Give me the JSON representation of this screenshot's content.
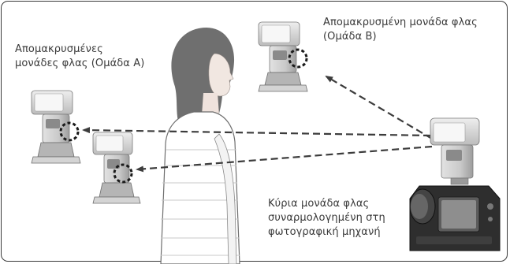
{
  "labels": {
    "remote_group_a": {
      "line1": "Απομακρυσμένες",
      "line2": "μονάδες φλας (Ομάδα A)"
    },
    "remote_group_b": {
      "line1": "Απομακρυσμένη μονάδα φλας",
      "line2": "(Ομάδα B)"
    },
    "master_unit": {
      "line1": "Κύρια μονάδα φλας",
      "line2": "συναρμολογημένη στη",
      "line3": "φωτογραφική μηχανή"
    }
  },
  "colors": {
    "frame": "#3a3a3a",
    "flash_body": "#cfcfcf",
    "flash_shade": "#a9a9a9",
    "flash_dark": "#7a7a7a",
    "hair": "#6f6f6f",
    "arrow": "#3c3c3c"
  },
  "icons": [
    "remote-flash-icon",
    "master-flash-camera-icon",
    "person-silhouette-icon",
    "sensor-highlight-icon",
    "signal-arrow-icon"
  ]
}
